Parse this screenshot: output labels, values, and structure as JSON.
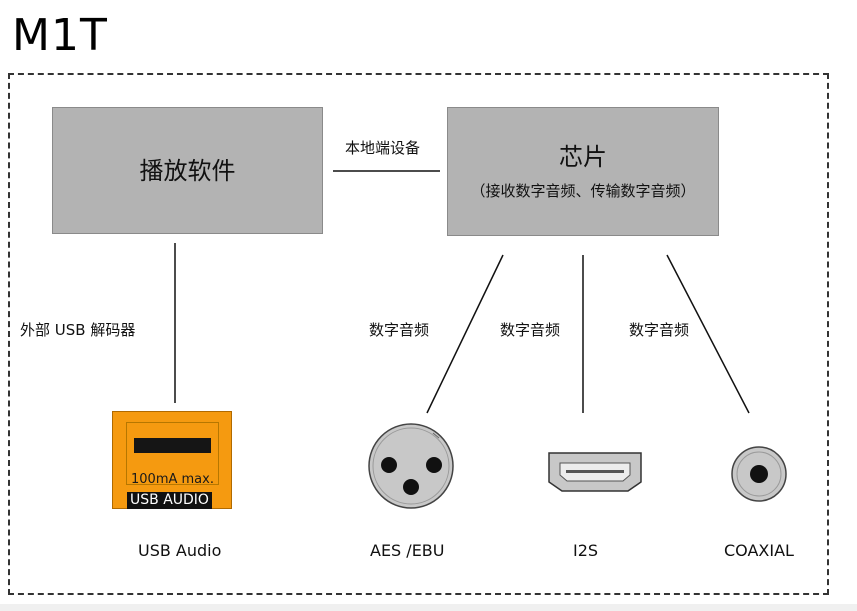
{
  "title": "M1T",
  "boxes": {
    "software": {
      "label": "播放软件"
    },
    "chip": {
      "label": "芯片",
      "sublabel": "（接收数字音频、传输数字音频）"
    }
  },
  "labels": {
    "local_device": "本地端设备",
    "external_usb_decoder": "外部 USB 解码器",
    "digital_audio_1": "数字音频",
    "digital_audio_2": "数字音频",
    "digital_audio_3": "数字音频"
  },
  "usb_port": {
    "current": "100mA max.",
    "badge": "USB AUDIO"
  },
  "outputs": {
    "usb_audio": "USB Audio",
    "aes_ebu": "AES /EBU",
    "i2s": "I2S",
    "coaxial": "COAXIAL"
  },
  "colors": {
    "box_fill": "#b3b3b3",
    "usb_port_fill": "#f59a10",
    "connector_fill": "#c8c8c8"
  }
}
